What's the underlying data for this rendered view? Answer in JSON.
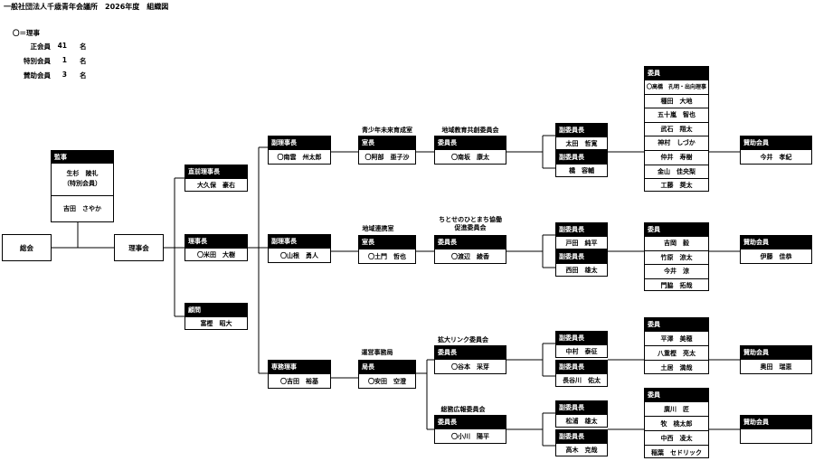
{
  "title": "一般社団法人千歳青年会議所　2026年度　組織図",
  "legend": "〇＝理事",
  "stats": [
    {
      "label": "正会員",
      "count": "41",
      "unit": "名"
    },
    {
      "label": "特別会員",
      "count": "1",
      "unit": "名"
    },
    {
      "label": "賛助会員",
      "count": "3",
      "unit": "名"
    }
  ],
  "soukai": "総会",
  "rijikai": "理事会",
  "kanji": {
    "header": "監事",
    "member1": "生杉　陵礼\n（特別会員）",
    "member2": "吉田　さやか"
  },
  "chokuzen": {
    "header": "直前理事長",
    "name": "大久保　豪右"
  },
  "rijicho": {
    "header": "理事長",
    "name": "〇米田　大樹"
  },
  "komon": {
    "header": "顧問",
    "name": "富樫　昭大"
  },
  "fuku1": {
    "header": "副理事長",
    "name": "〇南雲　州太郎"
  },
  "fuku2": {
    "header": "副理事長",
    "name": "〇山根　勇人"
  },
  "senmu": {
    "header": "専務理事",
    "name": "〇吉田　裕基"
  },
  "shitsu1": {
    "label": "青少年未来育成室",
    "header": "室長",
    "name": "〇阿部　亜子沙"
  },
  "shitsu2": {
    "label": "地域連携室",
    "header": "室長",
    "name": "〇土門　哲也"
  },
  "jimukyoku": {
    "label": "運営事務局",
    "header": "局長",
    "name": "〇安田　空澄"
  },
  "iinkai1": {
    "label": "地域教育共創委員会",
    "header": "委員長",
    "name": "〇南坂　康太"
  },
  "iinkai2": {
    "label": "ちとせのひとまち協働\n促進委員会",
    "header": "委員長",
    "name": "〇渡辺　綾香"
  },
  "iinkai3": {
    "label": "拡大リンク委員会",
    "header": "委員長",
    "name": "〇谷本　采芽"
  },
  "iinkai4": {
    "label": "総務広報委員会",
    "header": "委員長",
    "name": "〇小川　陽平"
  },
  "fukuiin1a": {
    "header": "副委員長",
    "name": "太田　哲寛"
  },
  "fukuiin1b": {
    "header": "副委員長",
    "name": "橋　容輔"
  },
  "fukuiin2a": {
    "header": "副委員長",
    "name": "戸田　純平"
  },
  "fukuiin2b": {
    "header": "副委員長",
    "name": "西田　雄太"
  },
  "fukuiin3a": {
    "header": "副委員長",
    "name": "中村　泰征"
  },
  "fukuiin3b": {
    "header": "副委員長",
    "name": "長谷川　佑太"
  },
  "fukuiin4a": {
    "header": "副委員長",
    "name": "松浦　雄太"
  },
  "fukuiin4b": {
    "header": "副委員長",
    "name": "高木　克哉"
  },
  "members1": {
    "header": "委員",
    "names": [
      "〇高橋　孔明・出向理事",
      "種田　大地",
      "五十嵐　智也",
      "武石　翔太",
      "神村　しづか",
      "仲井　寿樹",
      "金山　佳央梨",
      "工藤　奨太"
    ]
  },
  "members2": {
    "header": "委員",
    "names": [
      "吉岡　毅",
      "竹原　涼太",
      "今井　涼",
      "門脇　拓哉"
    ]
  },
  "members3": {
    "header": "委員",
    "names": [
      "平澤　美穂",
      "八重樫　亮太",
      "土居　満哉"
    ]
  },
  "members4": {
    "header": "委員",
    "names": [
      "廣川　匠",
      "牧　桃太郎",
      "中西　凌太",
      "稲葉　セドリック"
    ]
  },
  "sanjo1": {
    "header": "賛助会員",
    "name": "今井　孝紀"
  },
  "sanjo2": {
    "header": "賛助会員",
    "name": "伊藤　佳恭"
  },
  "sanjo3": {
    "header": "賛助会員",
    "name": "奥田　瑞恵"
  },
  "sanjo4": {
    "header": "賛助会員",
    "name": ""
  }
}
